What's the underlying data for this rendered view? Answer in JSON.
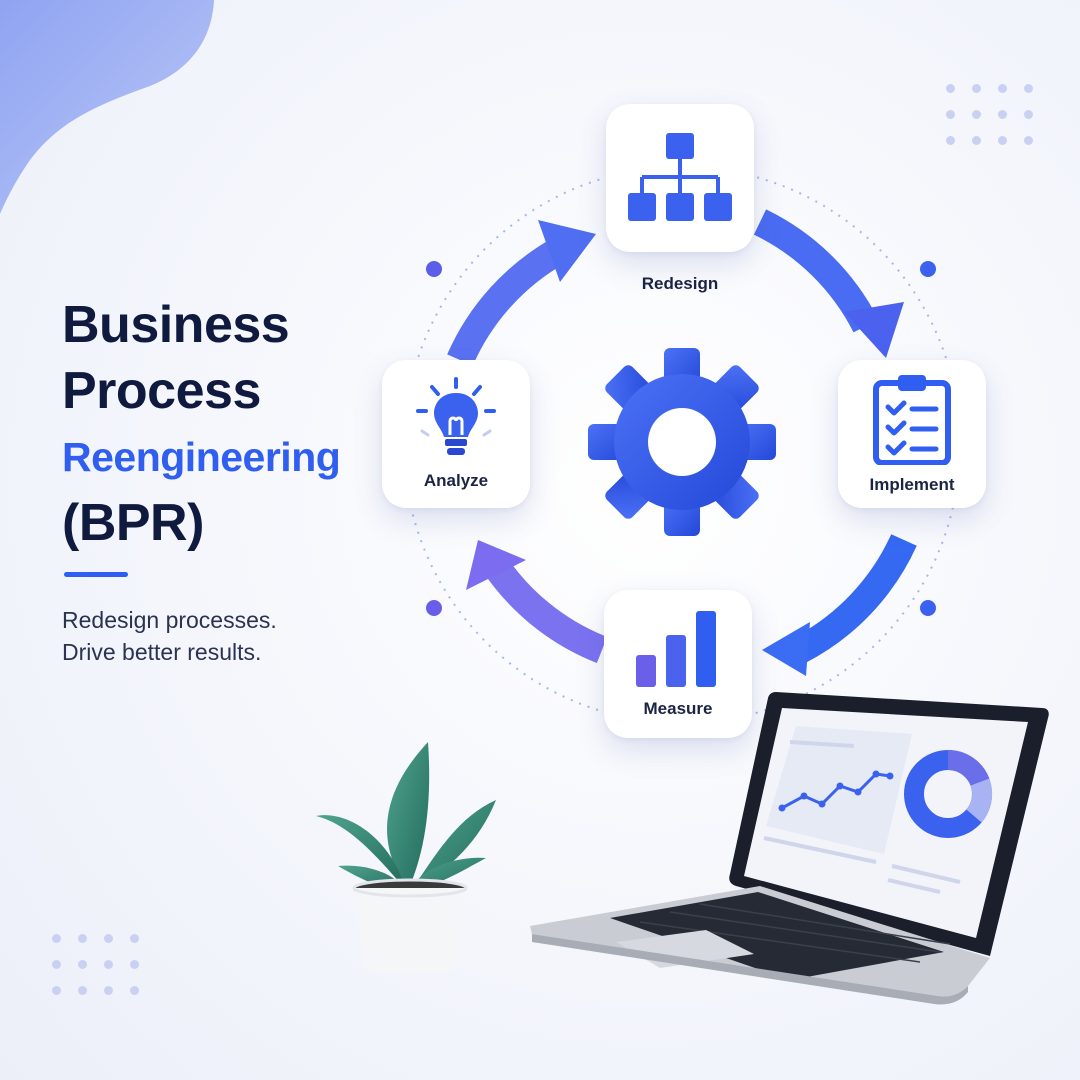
{
  "title": {
    "line1": "Business",
    "line2": "Process",
    "line3": "Reengineering",
    "line4": "(BPR)"
  },
  "tagline": {
    "line1": "Redesign processes.",
    "line2": "Drive better results."
  },
  "steps": [
    {
      "label": "Redesign",
      "icon": "org-chart-icon"
    },
    {
      "label": "Implement",
      "icon": "clipboard-checklist-icon"
    },
    {
      "label": "Measure",
      "icon": "bar-chart-icon"
    },
    {
      "label": "Analyze",
      "icon": "lightbulb-icon"
    }
  ],
  "center_icon": "gear-icon",
  "colors": {
    "navy": "#0f1a3e",
    "accent": "#2f5ef0",
    "purple": "#7b6cf0",
    "blue": "#3f68f4"
  }
}
